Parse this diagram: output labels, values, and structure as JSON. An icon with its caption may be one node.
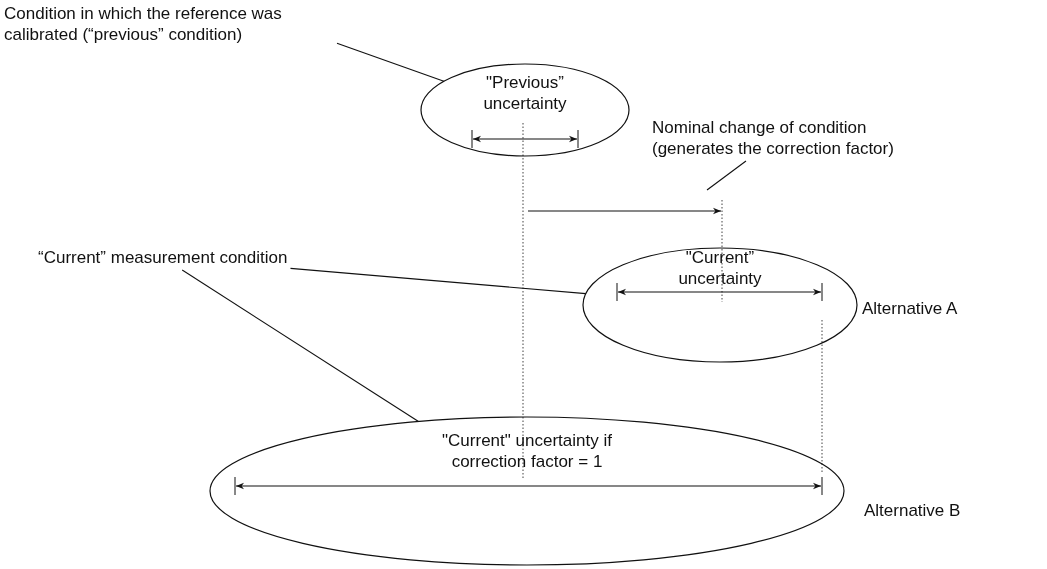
{
  "diagram": {
    "nodes": [
      {
        "text": [
          "Condition in which the reference was calibrated (“previous” condition)"
        ]
      },
      {
        "text": [
          "\"Previous” uncertainty"
        ]
      },
      {
        "text": [
          "Nominal change of condition (generates the correction factor)"
        ]
      },
      {
        "text": [
          "“Current” measurement condition"
        ]
      },
      {
        "text": [
          "\"Current” uncertainty"
        ],
        "beside": [
          "Alternative A"
        ]
      },
      {
        "text": [
          "\"Current\" uncertainty if correction factor = 1"
        ],
        "beside": [
          "Alternative B"
        ]
      }
    ],
    "edges": [
      {
        "from": 0,
        "to": 1,
        "arrow": "none"
      },
      {
        "from": 2,
        "to": null,
        "arrow": "none"
      },
      {
        "from": 3,
        "to": 4,
        "arrow": "none"
      },
      {
        "from": 3,
        "to": 5,
        "arrow": "none"
      }
    ]
  }
}
